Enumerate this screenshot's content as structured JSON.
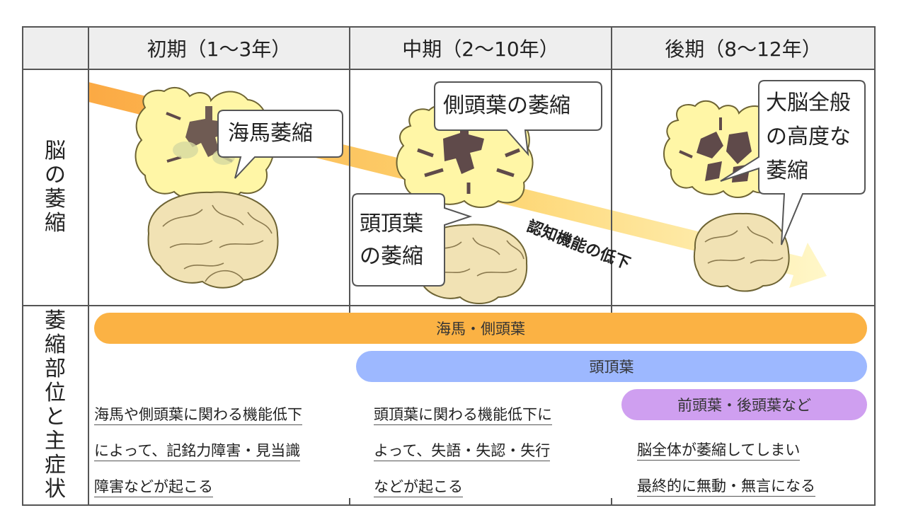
{
  "columns": [
    "初期（1〜3年）",
    "中期（2〜10年）",
    "後期（8〜12年）"
  ],
  "rows": {
    "atrophy_label": [
      "脳",
      "の",
      "萎",
      "縮"
    ],
    "symptom_label": [
      "萎",
      "縮",
      "部",
      "位",
      "と",
      "主",
      "症",
      "状"
    ]
  },
  "arrow_label": "認知機能の低下",
  "bubbles": {
    "early": [
      "海馬萎縮"
    ],
    "mid_top": [
      "側頭葉の萎縮"
    ],
    "mid_bottom": [
      "頭頂葉",
      "の萎縮"
    ],
    "late": [
      "大脳全般",
      "の高度な",
      "萎縮"
    ]
  },
  "bars": {
    "hippocampus": "海馬・側頭葉",
    "parietal": "頭頂葉",
    "frontal": "前頭葉・後頭葉など"
  },
  "colors": {
    "bar_hippocampus": "#fbb244",
    "bar_parietal": "#9db8ff",
    "bar_frontal": "#cf9ff0",
    "brain_fill": "#fff6a6",
    "brain_side": "#f1e2b4",
    "header_bg": "#eeeeee"
  },
  "descriptions": {
    "early": [
      "海馬や側頭葉に関わる機能低下",
      "によって、記銘力障害・見当識",
      "障害などが起こる"
    ],
    "mid": [
      "頭頂葉に関わる機能低下に",
      "よって、失語・失認・失行",
      "などが起こる"
    ],
    "late": [
      "脳全体が萎縮してしまい",
      "最終的に無動・無言になる"
    ]
  }
}
